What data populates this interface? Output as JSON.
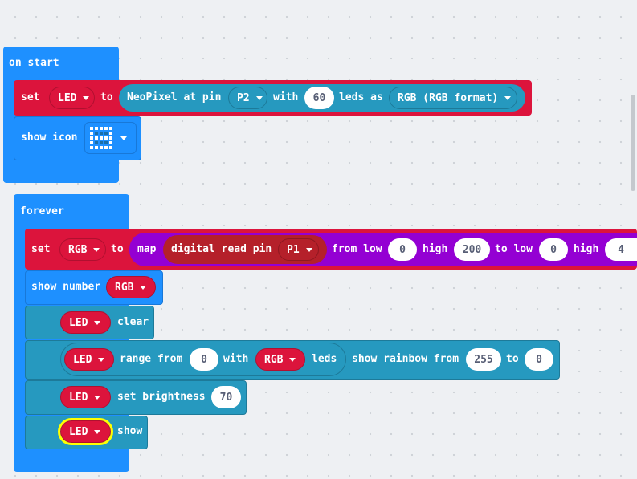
{
  "colors": {
    "event": "#1e90ff",
    "neopixel": "#2699bf",
    "variables": "#dc143c",
    "math": "#9400d3",
    "highlight": "#ffff00"
  },
  "on_start": {
    "hat_label": "on start",
    "set_block": {
      "set_label": "set",
      "variable": "LED",
      "to_label": "to",
      "neopixel": {
        "prefix": "NeoPixel at pin",
        "pin": "P2",
        "with_label": "with",
        "count": "60",
        "leds_as_label": "leds as",
        "format": "RGB (RGB format)"
      }
    },
    "show_icon": {
      "label": "show icon",
      "icon": "led-pattern-icon"
    }
  },
  "forever": {
    "hat_label": "forever",
    "set_rgb": {
      "set_label": "set",
      "variable": "RGB",
      "to_label": "to",
      "map_label": "map",
      "read_label": "digital read pin",
      "pin": "P1",
      "from_low_label": "from low",
      "from_low": "0",
      "high_label": "high",
      "from_high": "200",
      "to_low_label": "to low",
      "to_low": "0",
      "to_high_label": "high",
      "to_high": "4"
    },
    "show_number": {
      "label": "show number",
      "variable": "RGB"
    },
    "clear": {
      "variable": "LED",
      "label": "clear"
    },
    "rainbow": {
      "variable": "LED",
      "range_label": "range from",
      "range_from": "0",
      "with_label": "with",
      "count_variable": "RGB",
      "leds_label": "leds",
      "rainbow_label": "show rainbow from",
      "from_value": "255",
      "to_label": "to",
      "to_value": "0"
    },
    "brightness": {
      "variable": "LED",
      "label": "set brightness",
      "value": "70"
    },
    "show": {
      "variable": "LED",
      "label": "show"
    }
  }
}
